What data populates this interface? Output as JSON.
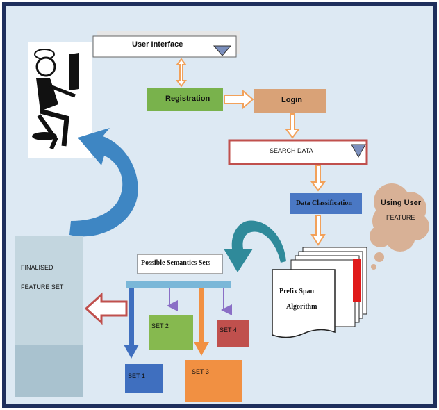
{
  "diagram": {
    "user_interface": "User Interface",
    "registration": "Registration",
    "login": "Login",
    "search_data": "SEARCH DATA",
    "data_classification": "Data Classification",
    "using_user": "Using User",
    "feature": "FEATURE",
    "finalised": "FINALISED",
    "feature_set": "FEATURE SET",
    "possible_semantics_sets": "Possible Semantics Sets",
    "prefix_span": "Prefix Span",
    "algorithm": "Algorithm",
    "set1": "SET 1",
    "set2": "SET 2",
    "set3": "SET 3",
    "set4": "SET 4"
  },
  "colors": {
    "background": "#dde9f3",
    "frame": "#1e2f5c",
    "registration": "#79b24c",
    "login": "#d9a277",
    "data_classification": "#4a78c4",
    "connector_orange": "#f2a15a",
    "curved_arrow": "#3e86c3",
    "teal_arrow": "#2f8a9a",
    "semantics_bar": "#7ab7d8",
    "set1": "#3f6fbf",
    "set2": "#86b94f",
    "set3": "#f19042",
    "set4": "#c0504d",
    "cloud": "#d8b196",
    "finalised_panel": "#a9c2cf",
    "red_outline_arrow": "#c0504d"
  },
  "icons": [
    "user-at-computer-icon",
    "dropdown-triangle-icon",
    "cloud-shape",
    "document-stack-shape"
  ]
}
